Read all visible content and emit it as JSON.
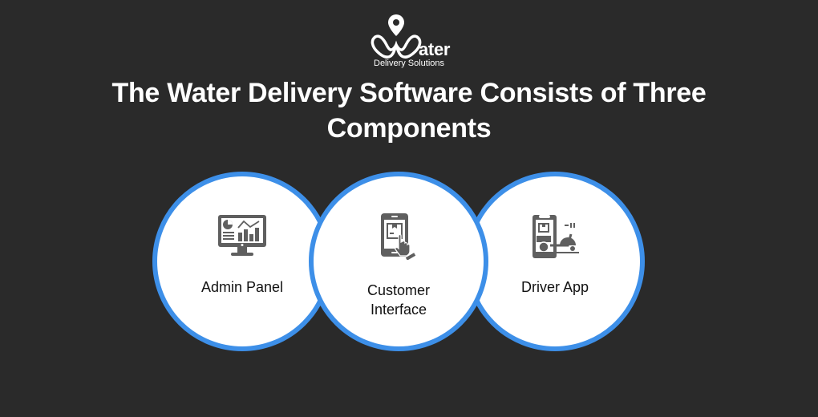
{
  "logo": {
    "mark": "W",
    "word_suffix": "ater",
    "subtitle": "Delivery Solutions",
    "icon": "location-pin-icon"
  },
  "title": {
    "prefix": "The ",
    "bold": "Water Delivery Software",
    "suffix": " Consists of Three",
    "line2": "Components"
  },
  "colors": {
    "background": "#2a2a2a",
    "accent_blue": "#3d8fe8",
    "icon_gray": "#5f5f5f",
    "circle_fill": "#ffffff",
    "label_text": "#111111"
  },
  "components": [
    {
      "label": "Admin Panel",
      "icon": "monitor-dashboard-icon"
    },
    {
      "label": "Customer Interface",
      "icon": "phone-tap-icon"
    },
    {
      "label": "Driver App",
      "icon": "phone-scooter-icon"
    }
  ]
}
